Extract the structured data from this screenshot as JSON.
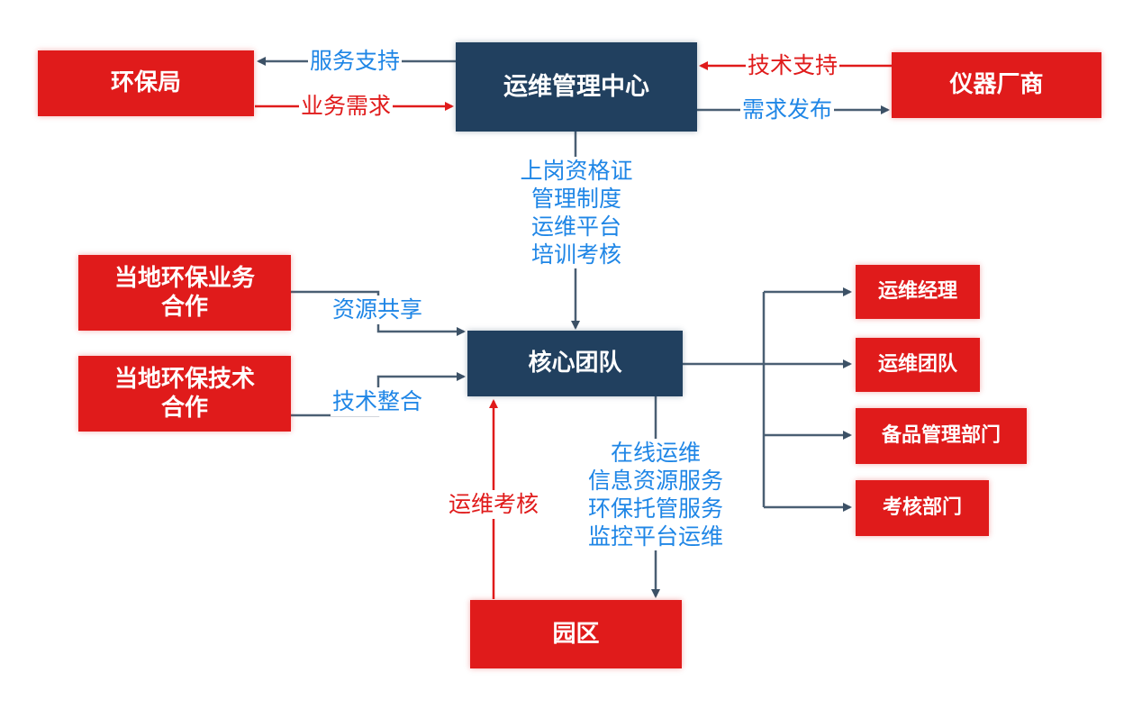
{
  "nodes": {
    "epb": "环保局",
    "center": "运维管理中心",
    "vendor": "仪器厂商",
    "local_biz": "当地环保业务\n合作",
    "local_tech": "当地环保技术\n合作",
    "core": "核心团队",
    "park": "园区",
    "ops_manager": "运维经理",
    "ops_team": "运维团队",
    "spare_dept": "备品管理部门",
    "assess_dept": "考核部门"
  },
  "labels": {
    "service_support": "服务支持",
    "business_demand": "业务需求",
    "tech_support": "技术支持",
    "demand_release": "需求发布",
    "resource_sharing": "资源共享",
    "tech_integration": "技术整合",
    "ops_assessment": "运维考核",
    "center_to_core": [
      "上岗资格证",
      "管理制度",
      "运维平台",
      "培训考核"
    ],
    "core_to_park": [
      "在线运维",
      "信息资源服务",
      "环保托管服务",
      "监控平台运维"
    ]
  },
  "colors": {
    "red": "#e01b1b",
    "navy": "#21405f",
    "label_blue": "#1f86e6",
    "line_gray": "#4a5f73"
  }
}
